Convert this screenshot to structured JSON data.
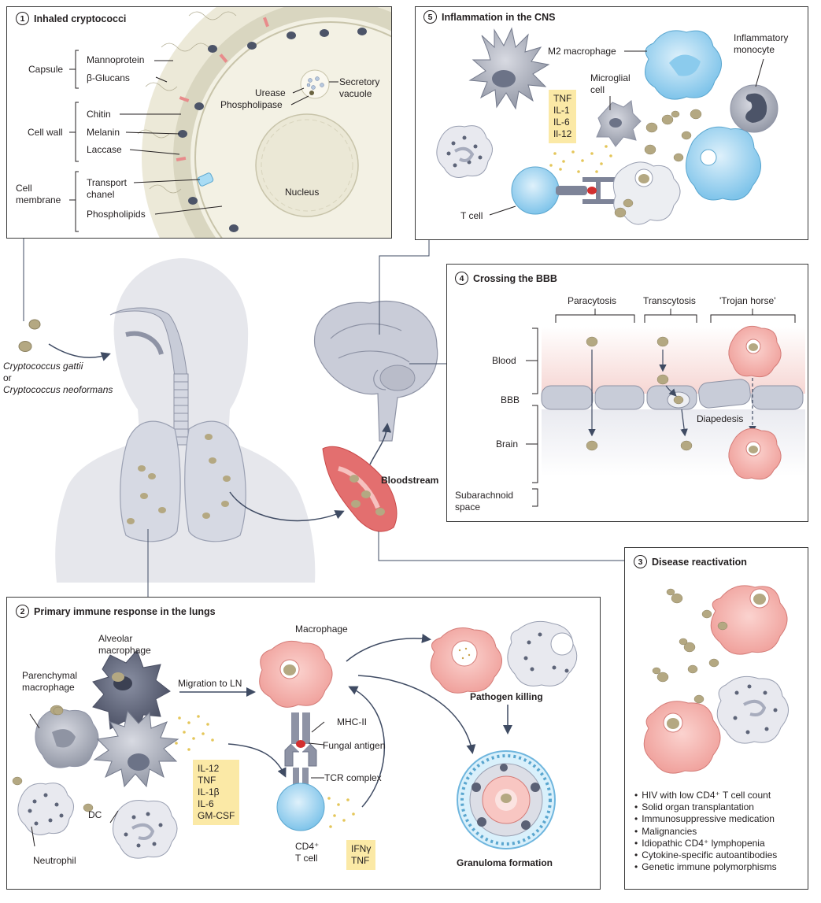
{
  "panels": {
    "p1": {
      "num": "1",
      "title": "Inhaled cryptococci"
    },
    "p2": {
      "num": "2",
      "title": "Primary immune response in the lungs"
    },
    "p3": {
      "num": "3",
      "title": "Disease reactivation"
    },
    "p4": {
      "num": "4",
      "title": "Crossing the BBB"
    },
    "p5": {
      "num": "5",
      "title": "Inflammation in the CNS"
    }
  },
  "cell_structure": {
    "capsule": "Capsule",
    "mannoprotein": "Mannoprotein",
    "glucans": "β-Glucans",
    "cell_wall": "Cell wall",
    "chitin": "Chitin",
    "melanin": "Melanin",
    "laccase": "Laccase",
    "cell_membrane": "Cell\nmembrane",
    "transport_channel": "Transport\nchanel",
    "phospholipids": "Phospholipids",
    "urease": "Urease",
    "phospholipase": "Phospholipase",
    "secretory_vacuole": "Secretory\nvacuole",
    "nucleus": "Nucleus"
  },
  "organisms": {
    "gattii": "Cryptococcus gattii",
    "or": "or",
    "neoformans": "Cryptococcus neoformans"
  },
  "body": {
    "bloodstream": "Bloodstream"
  },
  "cns": {
    "m2": "M2 macrophage",
    "inflammatory_monocyte": "Inflammatory\nmonocyte",
    "microglial": "Microglial\ncell",
    "t_cell": "T cell",
    "cytokines": "TNF\nIL-1\nIL-6\nIl-12"
  },
  "bbb": {
    "paracytosis": "Paracytosis",
    "transcytosis": "Transcytosis",
    "trojan_horse": "'Trojan horse'",
    "blood": "Blood",
    "bbb": "BBB",
    "brain": "Brain",
    "subarachnoid": "Subarachnoid\nspace",
    "diapedesis": "Diapedesis"
  },
  "lungs": {
    "alveolar": "Alveolar\nmacrophage",
    "parenchymal": "Parenchymal\nmacrophage",
    "migration": "Migration to LN",
    "macrophage": "Macrophage",
    "dc": "DC",
    "neutrophil": "Neutrophil",
    "cytokines": "IL-12\nTNF\nIL-1β\nIL-6\nGM-CSF",
    "mhc": "MHC-II",
    "fungal_antigen": "Fungal antigen",
    "tcr": "TCR complex",
    "cd4": "CD4⁺\nT cell",
    "ifn": "IFNγ\nTNF",
    "pathogen_killing": "Pathogen killing",
    "granuloma": "Granuloma formation"
  },
  "reactivation": {
    "risk_factors": [
      "HIV with low CD4⁺ T cell count",
      "Solid organ transplantation",
      "Immunosuppressive medication",
      "Malignancies",
      "Idiopathic CD4⁺ lymphopenia",
      "Cytokine-specific autoantibodies",
      "Genetic immune polymorphisms"
    ]
  },
  "colors": {
    "yeast": "#b4a882",
    "body": "#e6e7ec",
    "cytokine_box": "#fbe9a6",
    "macrophage_pink": "#f6b8b3",
    "tcell_blue": "#9fd3ef",
    "cell_grey": "#8a8e9c",
    "capsule_cream": "#ece9d8"
  }
}
